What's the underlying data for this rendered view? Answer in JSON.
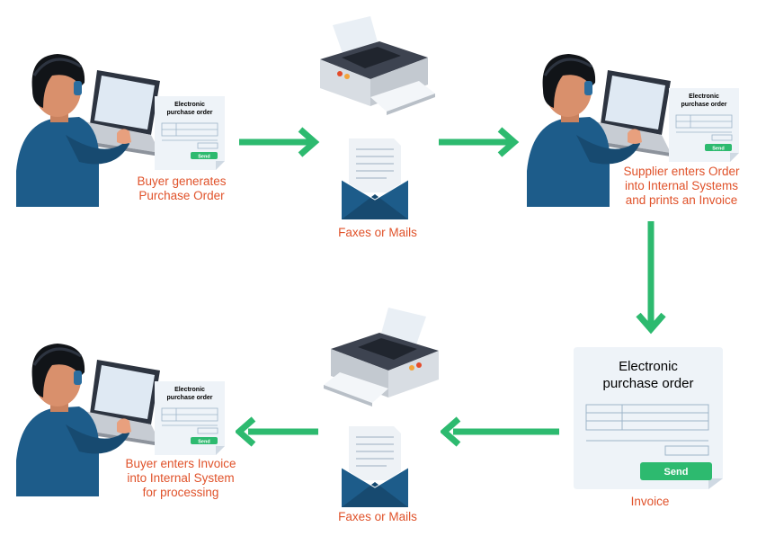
{
  "steps": {
    "buyer_generates": {
      "line1": "Buyer generates",
      "line2": "Purchase Order"
    },
    "faxes_top": {
      "label": "Faxes or Mails"
    },
    "supplier_enters": {
      "line1": "Supplier enters Order",
      "line2": "into Internal Systems",
      "line3": "and prints an Invoice"
    },
    "invoice": {
      "label": "Invoice"
    },
    "faxes_bottom": {
      "label": "Faxes or Mails"
    },
    "buyer_enters": {
      "line1": "Buyer enters Invoice",
      "line2": "into Internal System",
      "line3": "for processing"
    }
  },
  "forms": {
    "small_title_line1": "Electronic",
    "small_title_line2": "purchase order",
    "small_send": "Send",
    "large_title_line1": "Electronic",
    "large_title_line2": "purchase order",
    "large_send": "Send"
  },
  "colors": {
    "arrow": "#2dba6f",
    "caption": "#e0522a",
    "person": "#1d5c8a",
    "envelope": "#1d5c8a",
    "form_text": "#1d4f7a",
    "send_button": "#2dba6f"
  },
  "icons": [
    "person-at-laptop-icon",
    "form-icon",
    "printer-icon",
    "envelope-icon",
    "arrow-right-icon",
    "arrow-down-icon",
    "arrow-left-icon"
  ]
}
